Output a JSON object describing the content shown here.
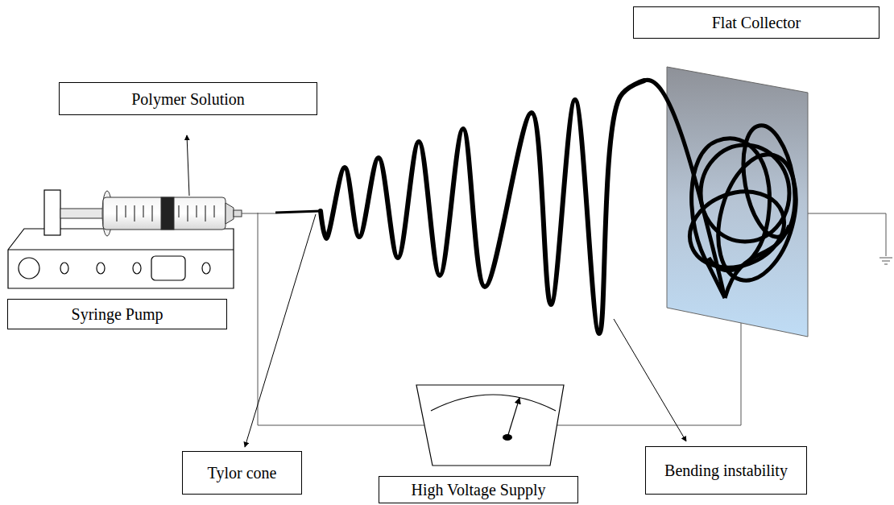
{
  "diagram": {
    "nodes": [
      {
        "text": [
          "Flat Collector"
        ]
      },
      {
        "text": [
          "Polymer Solution"
        ]
      },
      {
        "text": [
          "Syringe Pump"
        ]
      },
      {
        "text": [
          "Tylor cone"
        ]
      },
      {
        "text": [
          "High Voltage Supply"
        ]
      },
      {
        "text": [
          "Bending instability"
        ]
      }
    ]
  }
}
